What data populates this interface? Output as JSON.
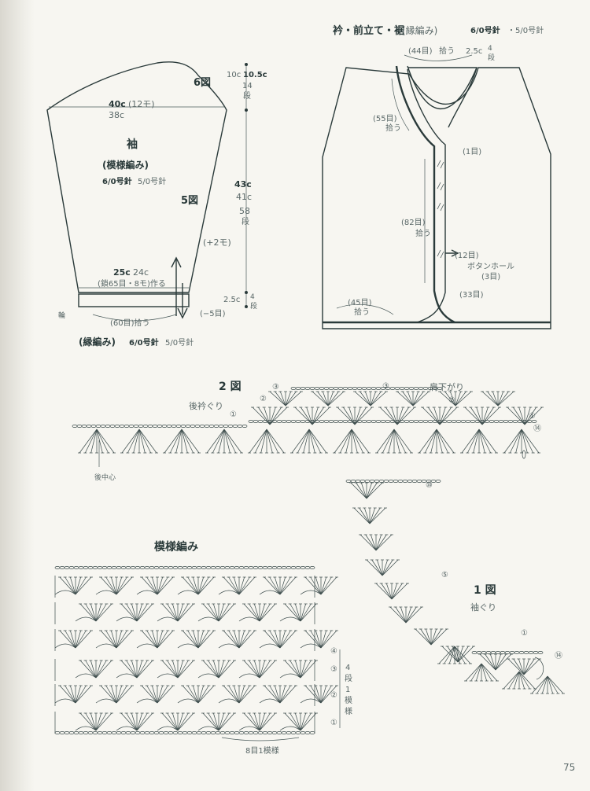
{
  "page_number": "75",
  "sleeve": {
    "title": "袖",
    "pattern": "(模様編み)",
    "needle_main": "6/0号針",
    "needle_alt": "5/0号針",
    "fig6": "6図",
    "fig5": "5図",
    "width_top_a": "40c",
    "width_top_b": "(12モ)",
    "width_top_alt": "38c",
    "cap_h_a": "10c",
    "cap_h_b": "10.5c",
    "cap_rows": "14",
    "cap_rows_unit": "段",
    "body_h_a": "43c",
    "body_h_b": "41c",
    "body_rows": "58",
    "body_rows_unit": "段",
    "increase": "(+2モ)",
    "base_w_a": "25c",
    "base_w_b": "24c",
    "base_chain": "(鎖65目・8モ)作る",
    "cuff_h": "2.5c",
    "cuff_rows": "4",
    "cuff_rows_unit": "段",
    "decrease": "(−5目)",
    "cuff_label": "輪",
    "cuff_pickup": "(60目)拾う",
    "edging": "(縁編み)",
    "edging_needle_main": "6/0号針",
    "edging_needle_alt": "5/0号針"
  },
  "vest": {
    "title": "衿・前立て・裾",
    "title_sub": "(縁編み)",
    "needle_main": "6/0号針",
    "needle_alt": "・5/0号針",
    "back_neck": "(44目)",
    "back_neck_pick": "拾う",
    "band_h": "2.5c",
    "band_rows": "4",
    "band_rows_unit": "段",
    "front_neck": "(55目)",
    "front_neck_pick": "拾う",
    "one_st": "(1目)",
    "front": "(82目)",
    "front_pick": "拾う",
    "gap12": "(12目)",
    "buttonhole": "ボタンホール",
    "buttonhole_count": "(3目)",
    "corner": "(33目)",
    "hem": "(45目)",
    "hem_pick": "拾う"
  },
  "chart2": {
    "title": "2 図",
    "back_neck": "後衿ぐり",
    "shoulder": "肩下がり",
    "center_back": "後中心",
    "row1": "①",
    "row2": "②",
    "row3": "③",
    "row14": "⑭"
  },
  "chart1": {
    "title": "1 図",
    "armhole": "袖ぐり",
    "row1": "①",
    "row5": "⑤",
    "row10": "⑩",
    "row14": "⑭"
  },
  "motif": {
    "title": "模様編み",
    "row1": "①",
    "row2": "②",
    "row3": "③",
    "row4": "④",
    "repeat_v_a": "4",
    "repeat_v_b": "段",
    "repeat_v_c": "1",
    "repeat_v_d": "模",
    "repeat_v_e": "様",
    "repeat_h": "8目1模様"
  },
  "colors": {
    "ink": "#2a3a3a",
    "paper": "#f7f6f1"
  }
}
